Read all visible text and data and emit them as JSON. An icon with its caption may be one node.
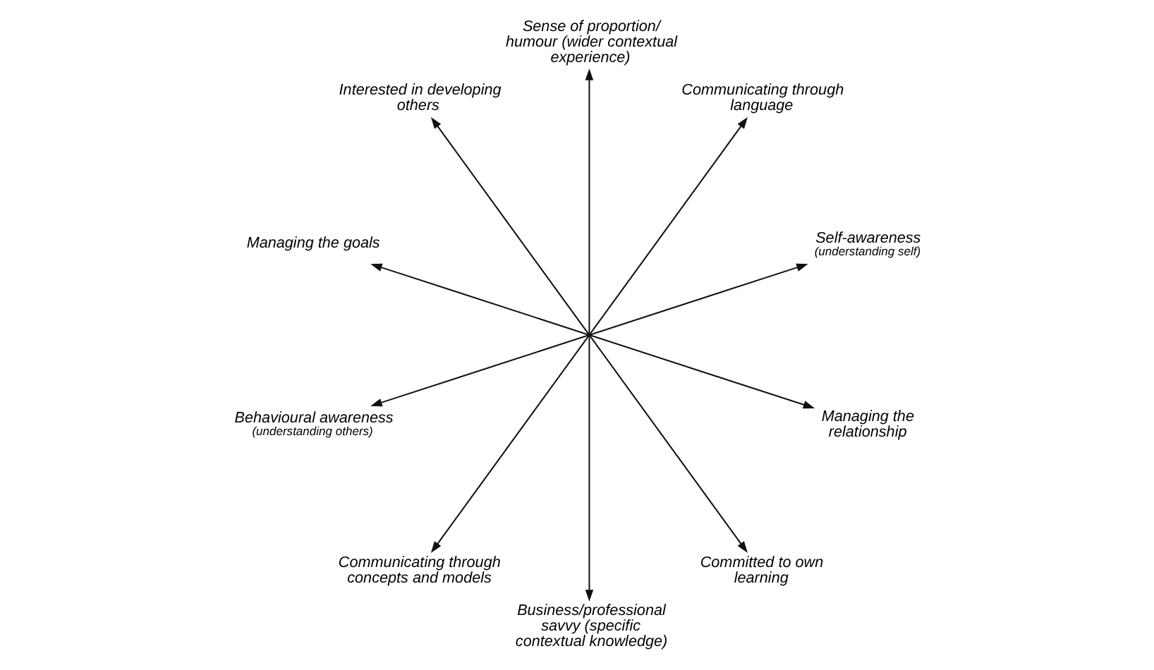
{
  "diagram": {
    "nodes": [
      {
        "text": [
          "Self-awareness",
          "(understanding self)"
        ]
      },
      {
        "text": [
          "Communicating through language"
        ]
      },
      {
        "text": [
          "Sense of proportion/ humour (wider contextual experience)"
        ]
      },
      {
        "text": [
          "Interested in developing others"
        ]
      },
      {
        "text": [
          "Managing the goals"
        ]
      },
      {
        "text": [
          "Behavioural awareness",
          "(understanding others)"
        ]
      },
      {
        "text": [
          "Communicating through concepts and models"
        ]
      },
      {
        "text": [
          "Business/professional savvy (specific contextual knowledge)"
        ]
      },
      {
        "text": [
          "Committed to own learning"
        ]
      },
      {
        "text": [
          "Managing the relationship"
        ]
      },
      {
        "text": [],
        "shape": "point"
      }
    ],
    "edges": [
      {
        "from": 10,
        "to": 0,
        "arrow": "to"
      },
      {
        "from": 10,
        "to": 9,
        "arrow": "to"
      },
      {
        "from": 10,
        "to": 8,
        "arrow": "to"
      },
      {
        "from": 10,
        "to": 7,
        "arrow": "to"
      },
      {
        "from": 10,
        "to": 6,
        "arrow": "to"
      },
      {
        "from": 10,
        "to": 5,
        "arrow": "to"
      },
      {
        "from": 10,
        "to": 4,
        "arrow": "to"
      },
      {
        "from": 10,
        "to": 3,
        "arrow": "to"
      },
      {
        "from": 10,
        "to": 2,
        "arrow": "to"
      },
      {
        "from": 10,
        "to": 1,
        "arrow": "to"
      }
    ]
  }
}
